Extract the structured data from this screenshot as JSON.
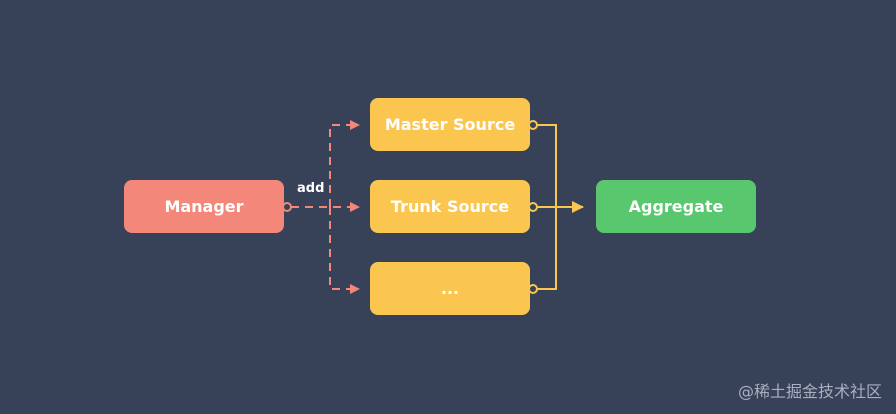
{
  "diagram": {
    "manager_label": "Manager",
    "edge_label": "add",
    "sources": [
      "Master Source",
      "Trunk Source",
      "..."
    ],
    "aggregate_label": "Aggregate"
  },
  "watermark": "@稀土掘金技术社区",
  "colors": {
    "background": "#374259",
    "manager": "#f3887a",
    "source": "#fac650",
    "aggregate": "#58c76d"
  }
}
